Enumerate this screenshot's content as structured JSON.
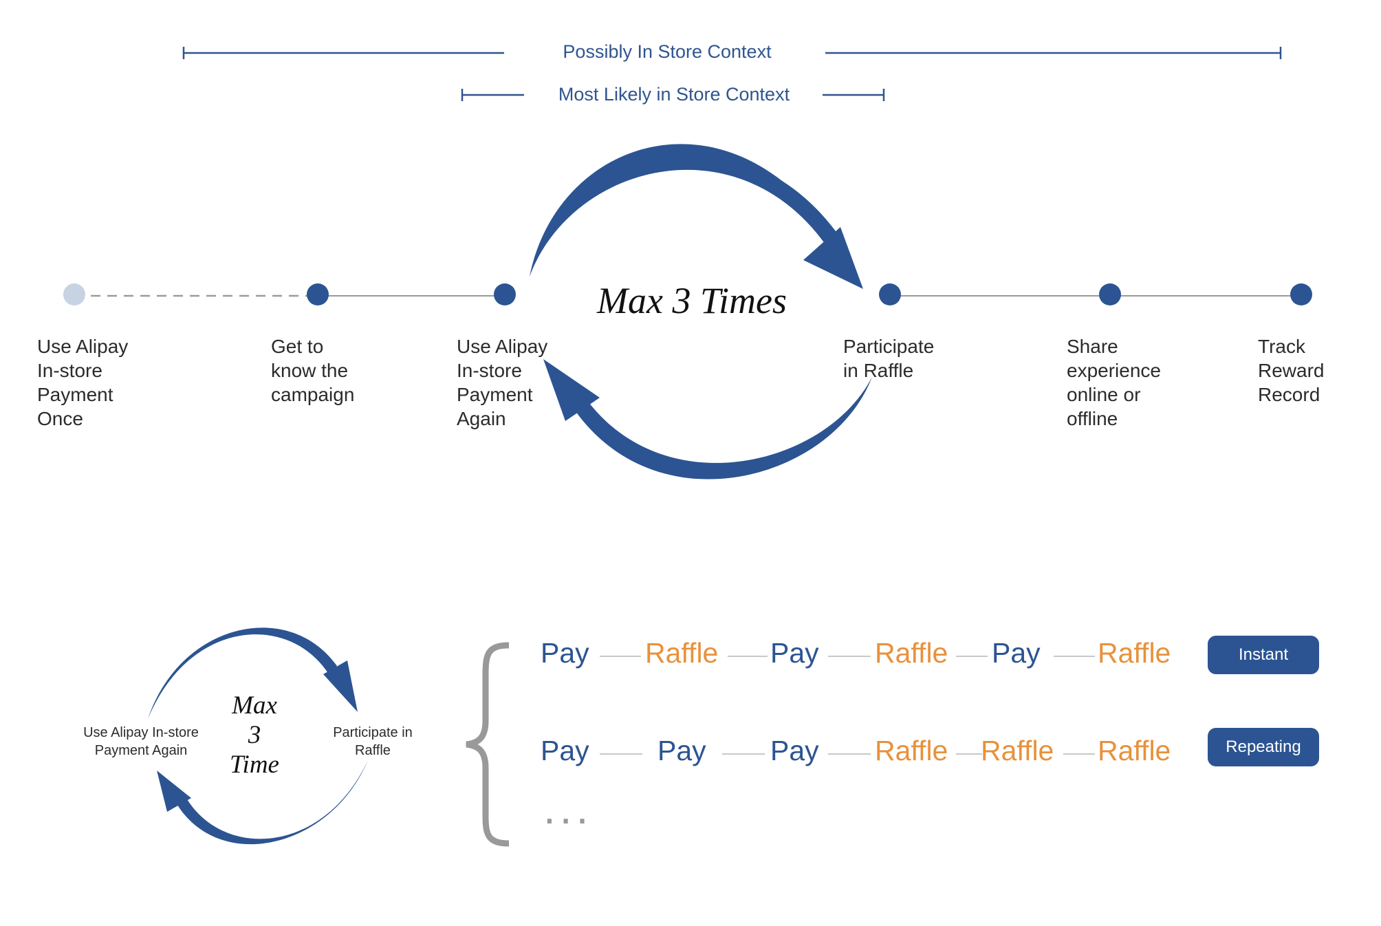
{
  "context": {
    "possibly": "Possibly In Store Context",
    "most_likely": "Most Likely in Store Context"
  },
  "loop_label": "Max 3 Times",
  "steps": [
    {
      "label": "Use Alipay\nIn-store\nPayment\nOnce"
    },
    {
      "label": "Get to\nknow the\ncampaign"
    },
    {
      "label": "Use Alipay\nIn-store\nPayment\nAgain"
    },
    {
      "label": "Participate\nin Raffle"
    },
    {
      "label": "Share\nexperience\nonline or\noffline"
    },
    {
      "label": "Track\nReward\nRecord"
    }
  ],
  "small_loop": {
    "label": "Max\n3\nTime",
    "left": "Use Alipay In-store\nPayment Again",
    "right": "Participate in\nRaffle"
  },
  "rows": [
    {
      "words": [
        "Pay",
        "Raffle",
        "Pay",
        "Raffle",
        "Pay",
        "Raffle"
      ],
      "badge": "Instant"
    },
    {
      "words": [
        "Pay",
        "Pay",
        "Pay",
        "Raffle",
        "Raffle",
        "Raffle"
      ],
      "badge": "Repeating"
    }
  ],
  "ellipsis": "...",
  "colors": {
    "blue": "#2c5492",
    "orange": "#e8913b",
    "dot_faded": "#c7d3e3",
    "line_gray": "#9a9a9a",
    "brace_gray": "#999999"
  }
}
